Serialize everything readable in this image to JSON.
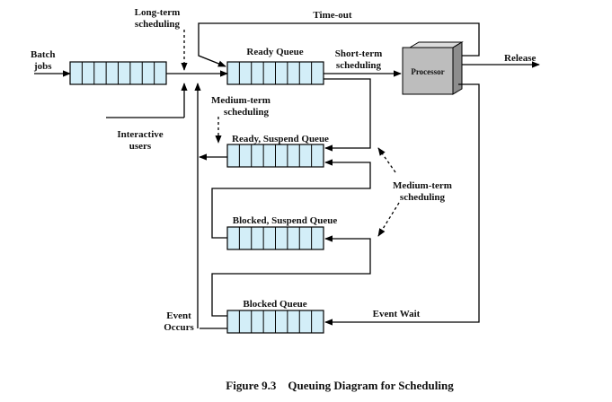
{
  "labels": {
    "long_term_1": "Long-term",
    "long_term_2": "scheduling",
    "time_out": "Time-out",
    "batch_1": "Batch",
    "batch_2": "jobs",
    "ready_queue": "Ready Queue",
    "short_term_1": "Short-term",
    "short_term_2": "scheduling",
    "processor": "Processor",
    "release": "Release",
    "medium_left_1": "Medium-term",
    "medium_left_2": "scheduling",
    "interactive_1": "Interactive",
    "interactive_2": "users",
    "ready_suspend_queue": "Ready, Suspend Queue",
    "medium_right_1": "Medium-term",
    "medium_right_2": "scheduling",
    "blocked_suspend_queue": "Blocked, Suspend Queue",
    "blocked_queue": "Blocked Queue",
    "event_occurs_1": "Event",
    "event_occurs_2": "Occurs",
    "event_wait": "Event Wait"
  },
  "caption": "Figure 9.3    Queuing Diagram for Scheduling",
  "colors": {
    "queue_fill": "#d3eef8",
    "processor_front": "#bdbdbd",
    "processor_top": "#dcdcdc",
    "processor_side": "#8d8d8d"
  }
}
